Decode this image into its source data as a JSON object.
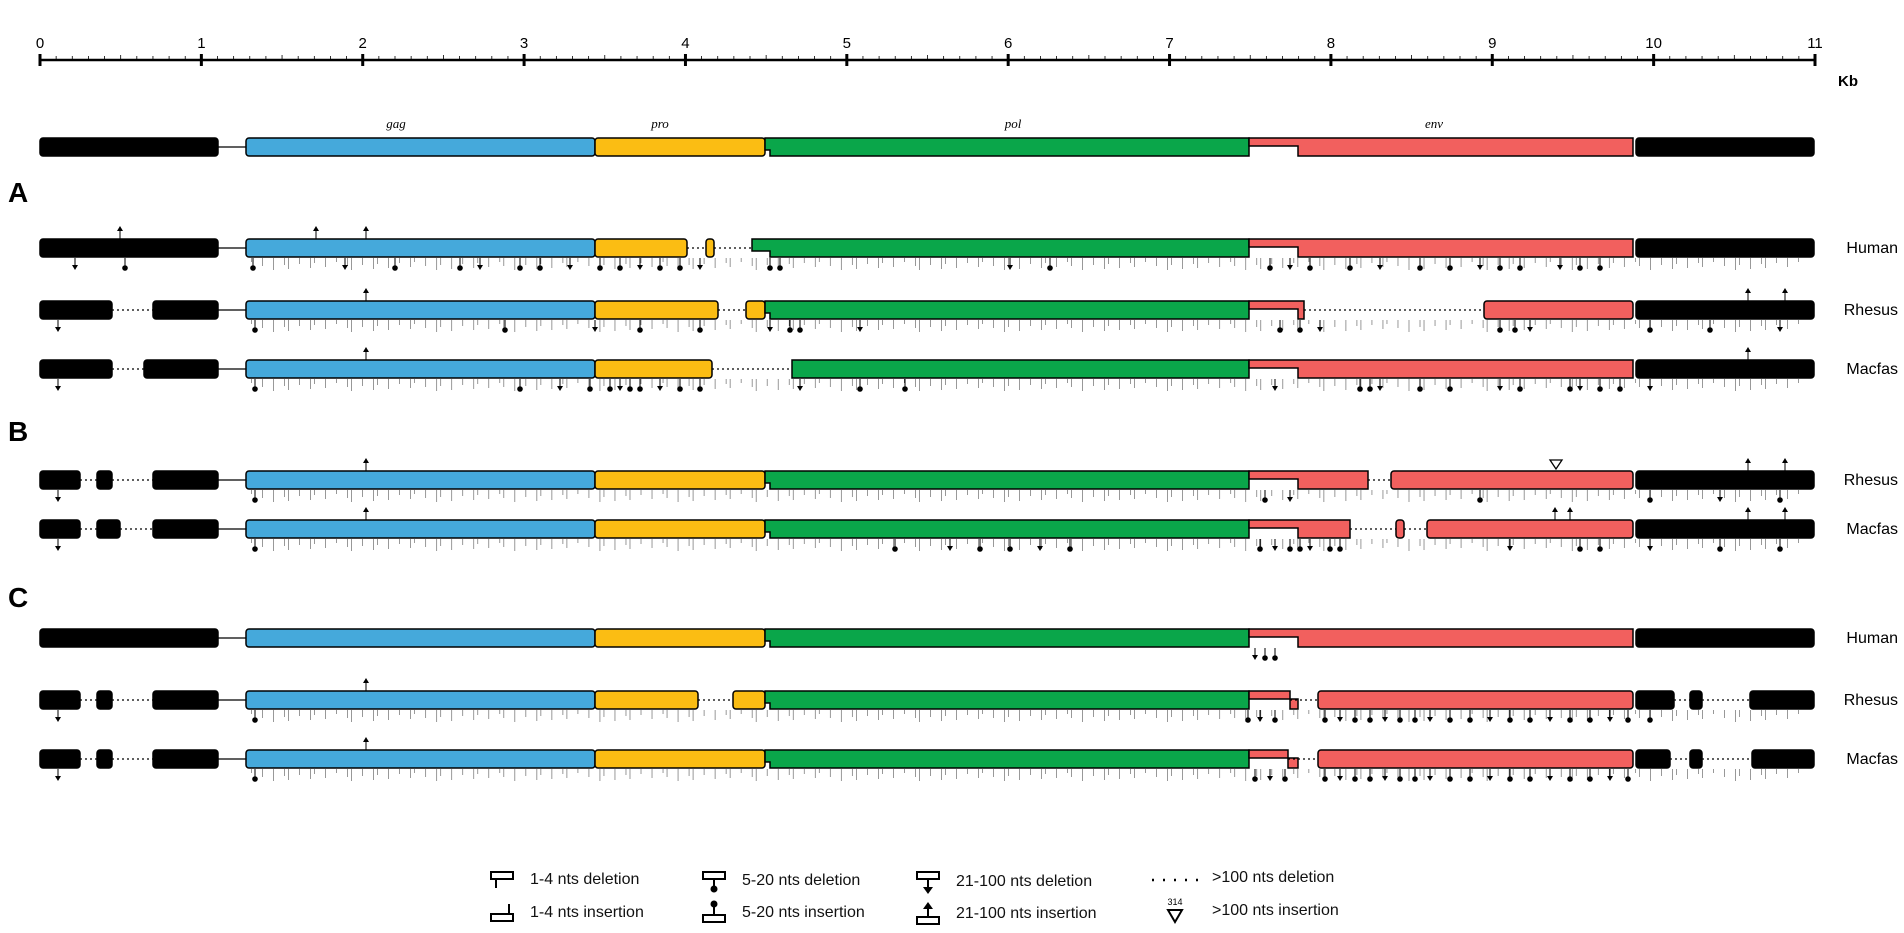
{
  "scale": {
    "ticks": [
      "0",
      "1",
      "2",
      "3",
      "4",
      "5",
      "6",
      "7",
      "8",
      "9",
      "10",
      "11"
    ],
    "unit": "Kb",
    "max_kb": 11
  },
  "genes": [
    {
      "name": "gag",
      "color": "#45a9db"
    },
    {
      "name": "pro",
      "color": "#fbbd13"
    },
    {
      "name": "pol",
      "color": "#0aa64a"
    },
    {
      "name": "env",
      "color": "#f2605e"
    }
  ],
  "ltr_color": "#000000",
  "panels": [
    {
      "label": "A",
      "rows": [
        "Human",
        "Rhesus",
        "Macfas"
      ]
    },
    {
      "label": "B",
      "rows": [
        "Rhesus",
        "Macfas"
      ]
    },
    {
      "label": "C",
      "rows": [
        "Human",
        "Rhesus",
        "Macfas"
      ]
    }
  ],
  "annotations": {
    "insertion_size": "314"
  },
  "legend": [
    {
      "key": "del1",
      "label": "1-4 nts deletion"
    },
    {
      "key": "ins1",
      "label": "1-4 nts insertion"
    },
    {
      "key": "del5",
      "label": "5-20 nts deletion"
    },
    {
      "key": "ins5",
      "label": "5-20 nts insertion"
    },
    {
      "key": "del21",
      "label": "21-100 nts deletion"
    },
    {
      "key": "ins21",
      "label": "21-100 nts insertion"
    },
    {
      "key": "del100",
      "label": ">100 nts deletion"
    },
    {
      "key": "ins100",
      "label": ">100 nts insertion",
      "sup": "314"
    }
  ]
}
